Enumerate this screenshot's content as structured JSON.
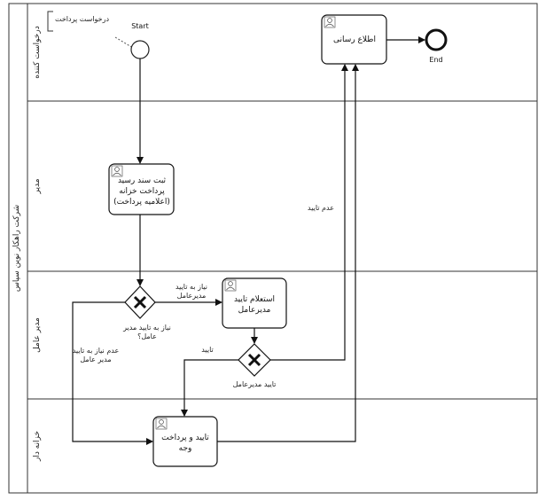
{
  "pool": {
    "name": "شرکت راهکار نوین سپاس"
  },
  "lanes": [
    {
      "name": "درخواست کننده"
    },
    {
      "name": "مدیر"
    },
    {
      "name": "مدیر عامل"
    },
    {
      "name": "خزانه دار"
    }
  ],
  "annotation": {
    "text": "درخواست پرداخت"
  },
  "events": {
    "start": "Start",
    "end": "End"
  },
  "tasks": {
    "inform": [
      "اطلاع رسانی"
    ],
    "register": [
      "ثبت سند رسید",
      "پرداخت خزانه",
      "(اعلامیه پرداخت)"
    ],
    "inquiry": [
      "استعلام تایید",
      "مدیرعامل"
    ],
    "approve_pay": [
      "تایید و پرداخت",
      "وجه"
    ]
  },
  "gateways": {
    "needs_approval": [
      "نیاز به تایید مدیر",
      "عامل؟"
    ],
    "ceo_approval": [
      "تایید مدیرعامل"
    ]
  },
  "flows": {
    "needs_ceo": [
      "نیاز به تایید",
      "مدیرعامل"
    ],
    "no_need_ceo": [
      "عدم نیاز به تایید",
      "مدیر عامل"
    ],
    "approved": "تایید",
    "rejected": "عدم تایید"
  }
}
